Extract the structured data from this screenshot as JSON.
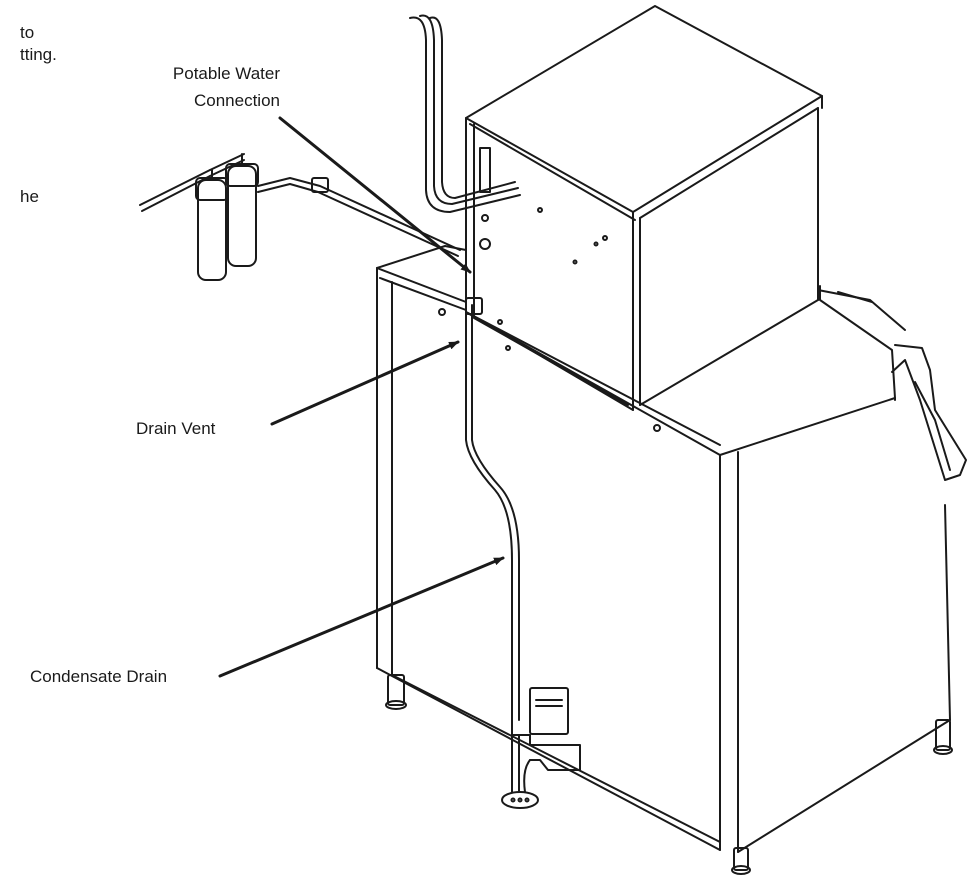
{
  "labels": {
    "partial_line1": "to",
    "partial_line2": "tting.",
    "partial_line3": "he",
    "potable_line1": "Potable Water",
    "potable_line2": "Connection",
    "drain_vent": "Drain Vent",
    "condensate_drain": "Condensate Drain"
  },
  "colors": {
    "line": "#1a1a1a",
    "background": "#ffffff"
  }
}
